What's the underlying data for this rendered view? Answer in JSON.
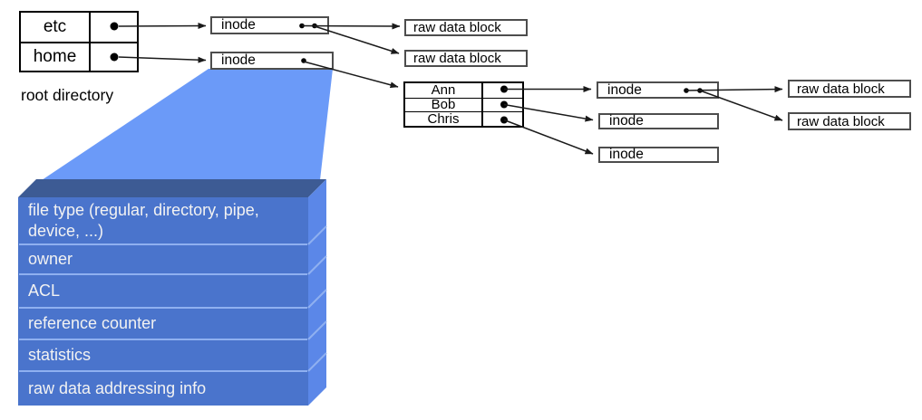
{
  "diagram": {
    "root_table": {
      "rows": [
        "etc",
        "home"
      ],
      "caption": "root directory"
    },
    "labels": {
      "inode": "inode",
      "raw_block": "raw data block"
    },
    "home_table": {
      "rows": [
        "Ann",
        "Bob",
        "Chris"
      ]
    },
    "inode_fields": [
      "file type (regular, directory, pipe, device, ...)",
      "owner",
      "ACL",
      "reference counter",
      "statistics",
      "raw data addressing info"
    ],
    "colors": {
      "funnel": "#6b9af8",
      "stack_front": "#4a74cc",
      "stack_top": "#3d5b94",
      "stack_side": "#5b87e8",
      "separator": "#8fb0f0"
    }
  }
}
